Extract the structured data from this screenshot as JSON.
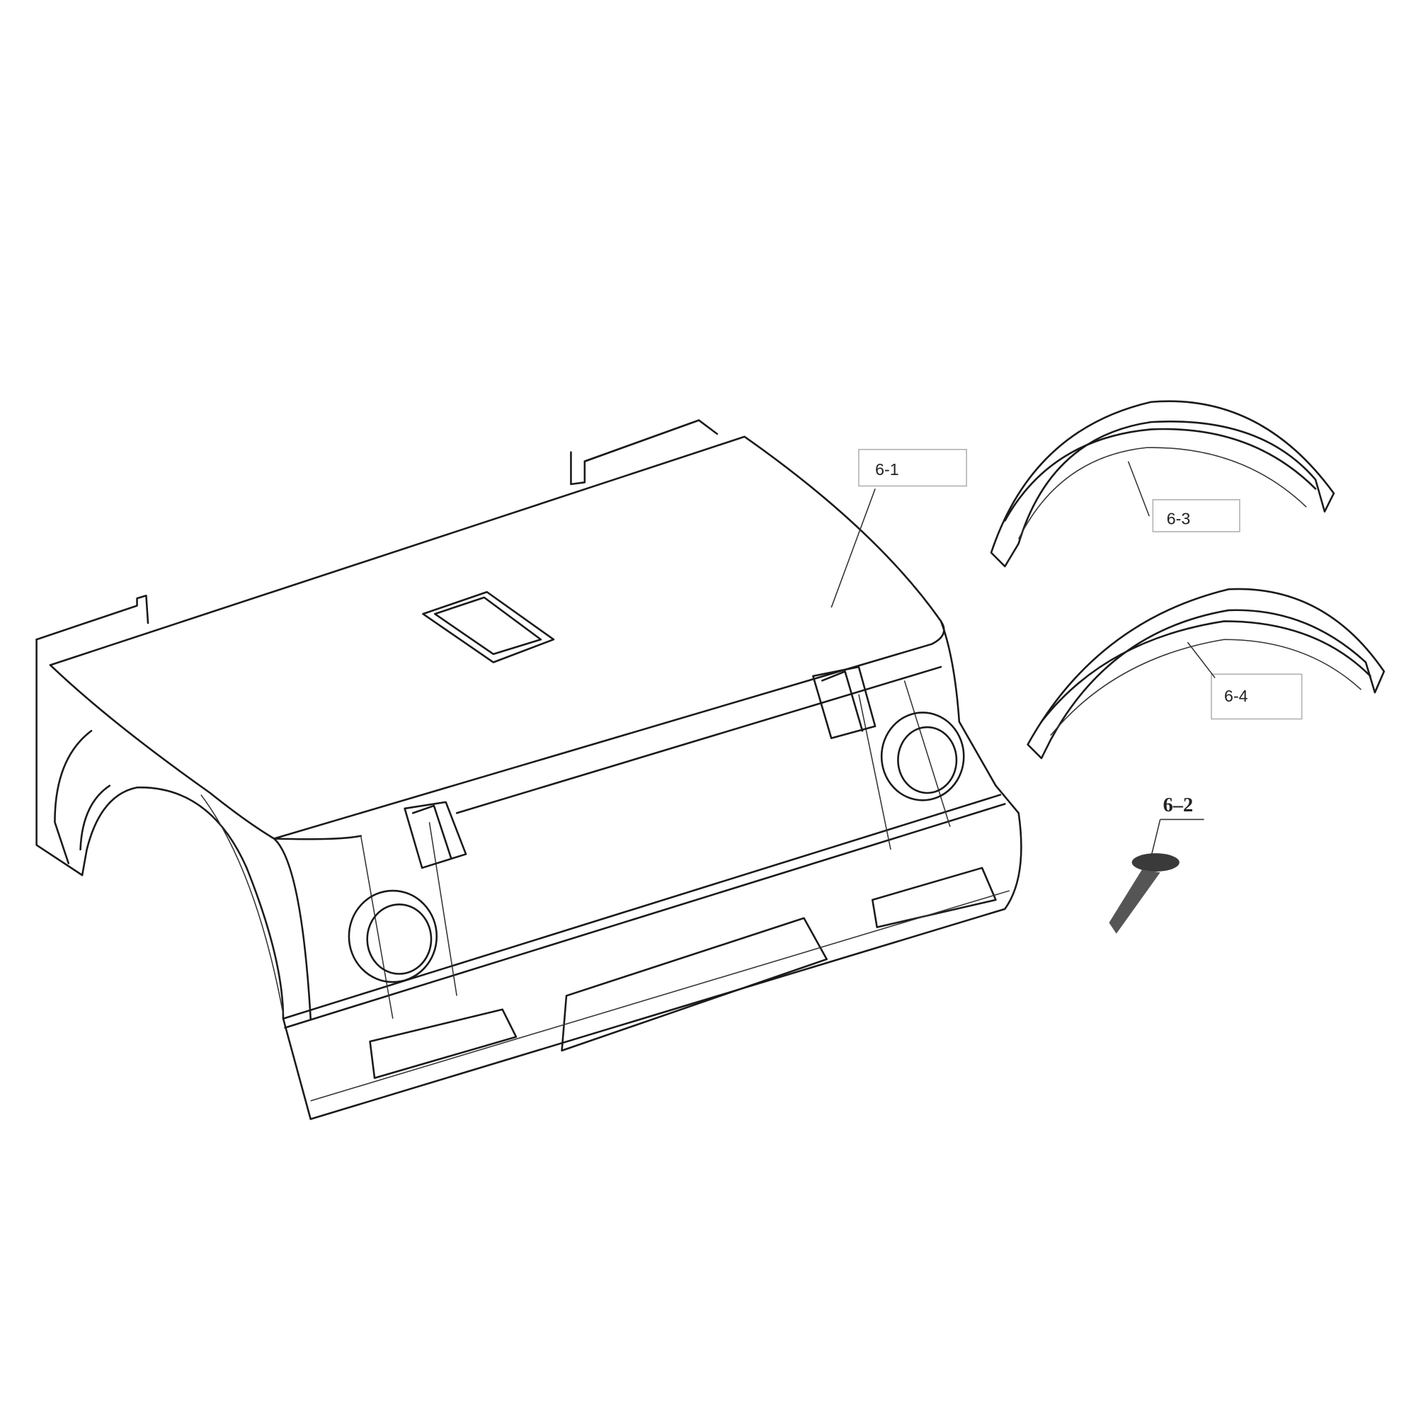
{
  "diagram": {
    "parts": [
      {
        "id": "6-1",
        "label": "6-1"
      },
      {
        "id": "6-2",
        "label": "6–2"
      },
      {
        "id": "6-3",
        "label": "6-3"
      },
      {
        "id": "6-4",
        "label": "6-4"
      }
    ],
    "colors": {
      "line": "#1a1a1a",
      "label_border": "#b0b0b0",
      "background": "#ffffff"
    }
  }
}
